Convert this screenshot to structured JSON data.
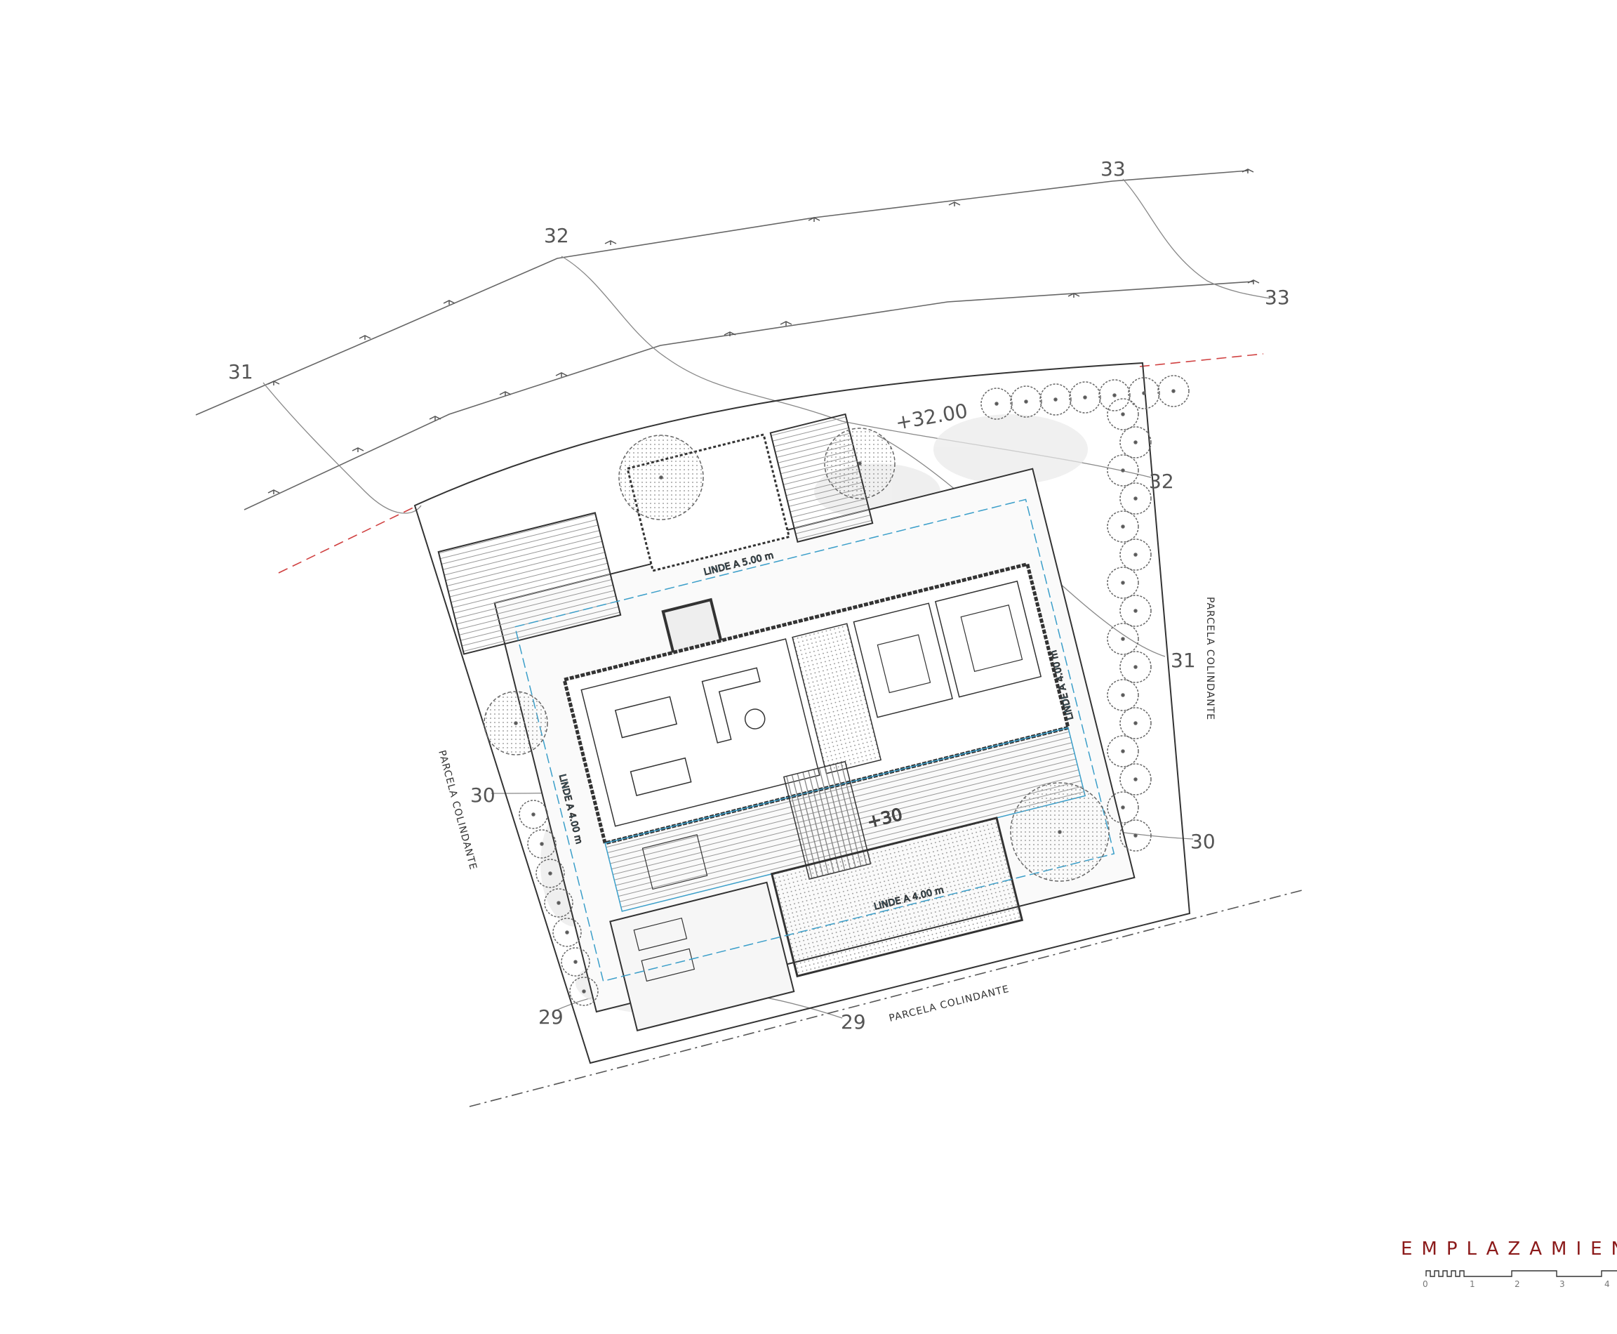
{
  "drawing": {
    "title": "EMPLAZAMIEN",
    "title_color": "#8b1a1a",
    "scale_bar": {
      "ticks": [
        "0",
        "1",
        "2",
        "3",
        "4"
      ]
    },
    "neighbour_labels": {
      "right": "PARCELA COLINDANTE",
      "left": "PARCELA COLINDANTE",
      "bottom": "PARCELA COLINDANTE"
    },
    "contour_labels": {
      "c31_top": "31",
      "c32_top": "32",
      "c33_top": "33",
      "c33_right": "33",
      "c32_right": "32",
      "c31_right": "31",
      "c30_right": "30",
      "c30_left": "30",
      "c29_left": "29",
      "c29_bottom": "29"
    },
    "levels": {
      "upper": "+32.00",
      "terrace": "+30"
    },
    "setbacks": {
      "top": "LINDE A 5.00 m",
      "left": "LINDE A 4.00 m",
      "right": "LINDE A 4.00 m",
      "bottom": "LINDE A 4.00 m"
    },
    "colors": {
      "line": "#444444",
      "setback": "#3a9ec9",
      "boundary_red": "#d04040"
    }
  }
}
